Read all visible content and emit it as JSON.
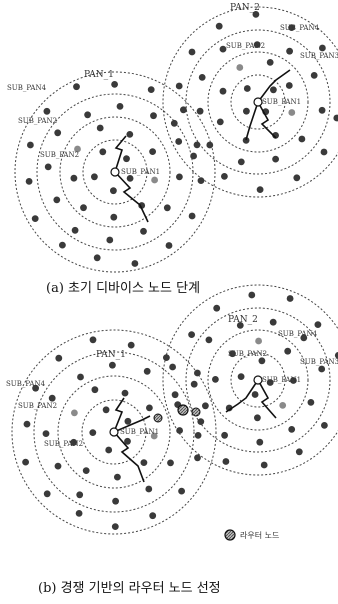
{
  "captions": {
    "a": "(a) 초기 디바이스 노드 단계",
    "b": "(b) 경쟁 기반의 라우터 노드 선정"
  },
  "legend": {
    "router_node": "라우터 노드"
  },
  "panels": [
    {
      "id": "a",
      "pans": [
        {
          "name": "PAN_1",
          "center_label": "SUB_PAN1",
          "ring_labels": [
            "SUB_PAN2",
            "SUB_PAN4"
          ],
          "extra_labels": [
            "SUB_PAN2"
          ]
        },
        {
          "name": "PAN_2",
          "center_label": "SUB_PAN1",
          "ring_labels": [
            "SUB_PAN2",
            "SUB_PAN3",
            "SUB_PAN4"
          ],
          "extra_labels": []
        }
      ]
    },
    {
      "id": "b",
      "pans": [
        {
          "name": "PAN_1",
          "center_label": "SUB_PAN1",
          "ring_labels": [
            "SUB_PAN2",
            "SUB_PAN4"
          ],
          "extra_labels": [
            "SUB_PAN2"
          ]
        },
        {
          "name": "PAN_2",
          "center_label": "SUB_PAN1",
          "ring_labels": [
            "SUB_PAN2",
            "SUB_PAN3",
            "SUB_PAN4"
          ],
          "extra_labels": []
        }
      ]
    }
  ],
  "colors": {
    "node": "#3a3a3a",
    "node_light": "#8a8a8a",
    "ring": "#444444",
    "text": "#333333"
  }
}
